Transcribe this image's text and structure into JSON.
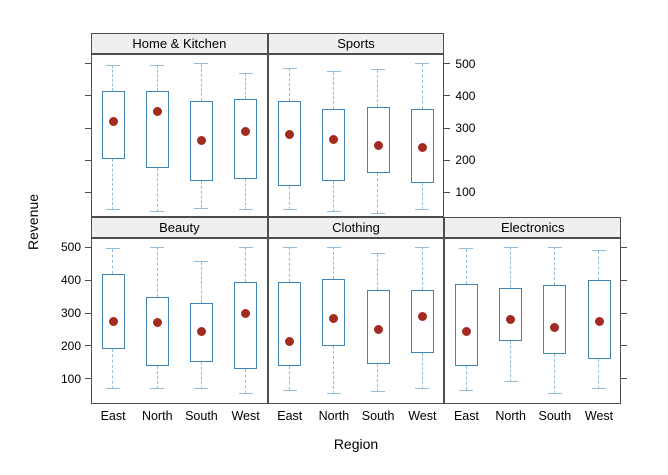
{
  "figure": {
    "y_axis_title": "Revenue",
    "x_axis_title": "Region"
  },
  "colors": {
    "box_stroke": "#3d83b5",
    "whisker": "#92bedc",
    "median_dot": "#a32a21",
    "strip_bg": "#efefef",
    "frame": "#4d4d4d",
    "tick": "#4d4d4d",
    "background": "#ffffff"
  },
  "chart_data": {
    "type": "boxplot",
    "title": "",
    "facet_variable": "Category",
    "xlabel": "Region",
    "ylabel": "Revenue",
    "categories": [
      "East",
      "North",
      "South",
      "West"
    ],
    "yticks": [
      500,
      400,
      300,
      200,
      100
    ],
    "ylim": [
      25,
      530
    ],
    "legend": "none",
    "grid": "off",
    "layout": "2 rows x 3 cols; top row has 2 panels; y tick labels on right of top row and left of bottom row; unlabeled ticks on outer opposite edges",
    "panels": [
      {
        "title": "Home & Kitchen",
        "row": 0,
        "col": 0,
        "boxes": [
          {
            "region": "East",
            "whisker_low": 45,
            "q1": 205,
            "median": 320,
            "q3": 415,
            "whisker_high": 495
          },
          {
            "region": "North",
            "whisker_low": 40,
            "q1": 175,
            "median": 350,
            "q3": 415,
            "whisker_high": 495
          },
          {
            "region": "South",
            "whisker_low": 50,
            "q1": 135,
            "median": 260,
            "q3": 385,
            "whisker_high": 500
          },
          {
            "region": "West",
            "whisker_low": 45,
            "q1": 140,
            "median": 290,
            "q3": 390,
            "whisker_high": 470
          }
        ]
      },
      {
        "title": "Sports",
        "row": 0,
        "col": 1,
        "boxes": [
          {
            "region": "East",
            "whisker_low": 45,
            "q1": 120,
            "median": 280,
            "q3": 385,
            "whisker_high": 485
          },
          {
            "region": "North",
            "whisker_low": 40,
            "q1": 135,
            "median": 265,
            "q3": 360,
            "whisker_high": 475
          },
          {
            "region": "South",
            "whisker_low": 35,
            "q1": 160,
            "median": 245,
            "q3": 365,
            "whisker_high": 480
          },
          {
            "region": "West",
            "whisker_low": 45,
            "q1": 130,
            "median": 240,
            "q3": 360,
            "whisker_high": 500
          }
        ]
      },
      {
        "title": "Beauty",
        "row": 1,
        "col": 0,
        "boxes": [
          {
            "region": "East",
            "whisker_low": 70,
            "q1": 190,
            "median": 275,
            "q3": 420,
            "whisker_high": 495
          },
          {
            "region": "North",
            "whisker_low": 70,
            "q1": 140,
            "median": 270,
            "q3": 350,
            "whisker_high": 500
          },
          {
            "region": "South",
            "whisker_low": 70,
            "q1": 150,
            "median": 245,
            "q3": 330,
            "whisker_high": 455
          },
          {
            "region": "West",
            "whisker_low": 55,
            "q1": 130,
            "median": 300,
            "q3": 395,
            "whisker_high": 500
          }
        ]
      },
      {
        "title": "Clothing",
        "row": 1,
        "col": 1,
        "boxes": [
          {
            "region": "East",
            "whisker_low": 65,
            "q1": 140,
            "median": 215,
            "q3": 395,
            "whisker_high": 500
          },
          {
            "region": "North",
            "whisker_low": 55,
            "q1": 200,
            "median": 285,
            "q3": 405,
            "whisker_high": 500
          },
          {
            "region": "South",
            "whisker_low": 60,
            "q1": 145,
            "median": 250,
            "q3": 370,
            "whisker_high": 480
          },
          {
            "region": "West",
            "whisker_low": 70,
            "q1": 180,
            "median": 290,
            "q3": 370,
            "whisker_high": 500
          }
        ]
      },
      {
        "title": "Electronics",
        "row": 1,
        "col": 2,
        "boxes": [
          {
            "region": "East",
            "whisker_low": 65,
            "q1": 140,
            "median": 245,
            "q3": 390,
            "whisker_high": 495
          },
          {
            "region": "North",
            "whisker_low": 90,
            "q1": 215,
            "median": 280,
            "q3": 375,
            "whisker_high": 500
          },
          {
            "region": "South",
            "whisker_low": 55,
            "q1": 175,
            "median": 255,
            "q3": 385,
            "whisker_high": 500
          },
          {
            "region": "West",
            "whisker_low": 70,
            "q1": 160,
            "median": 275,
            "q3": 400,
            "whisker_high": 490
          }
        ]
      }
    ]
  }
}
